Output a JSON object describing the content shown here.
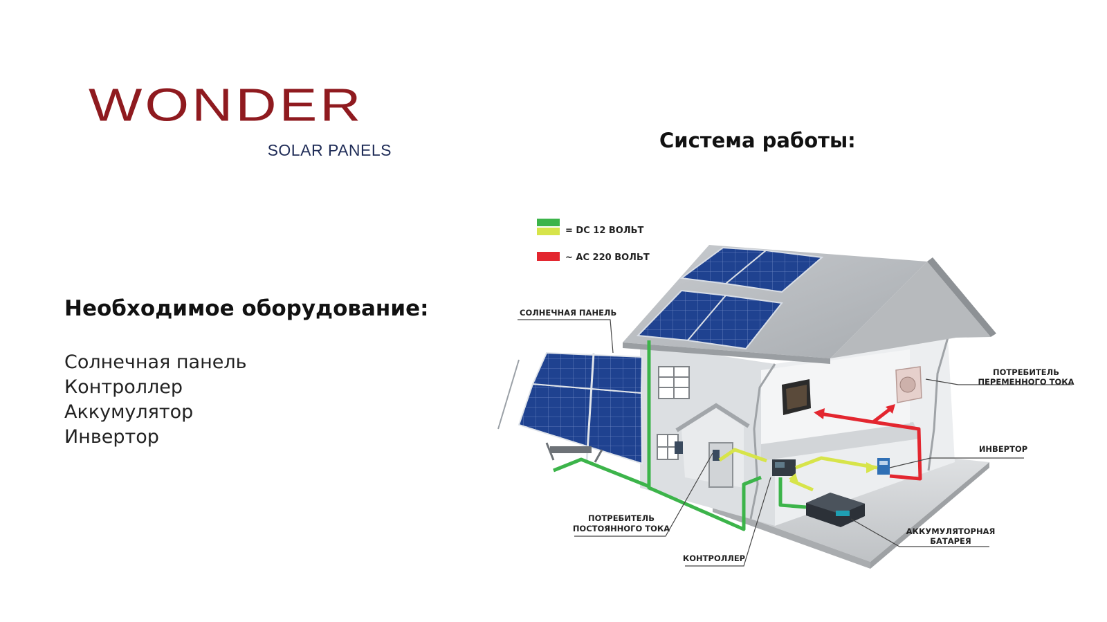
{
  "logo": {
    "main": "WONDER",
    "sub": "SOLAR PANELS",
    "color_main": "#8f1a1f",
    "color_sub": "#1f2c57"
  },
  "equipment": {
    "title": "Необходимое оборудование:",
    "items": [
      "Солнечная панель",
      "Контроллер",
      "Аккумулятор",
      "Инвертор"
    ]
  },
  "system": {
    "title": "Система работы:"
  },
  "diagram": {
    "legend": {
      "dc": "= DC 12 ВОЛЬТ",
      "ac": "~ AC 220 ВОЛЬТ"
    },
    "labels": {
      "solar_panel": "СОЛНЕЧНАЯ ПАНЕЛЬ",
      "ac_consumer_1": "ПОТРЕБИТЕЛЬ",
      "ac_consumer_2": "ПЕРЕМЕННОГО ТОКА",
      "inverter": "ИНВЕРТОР",
      "dc_consumer_1": "ПОТРЕБИТЕЛЬ",
      "dc_consumer_2": "ПОСТОЯННОГО ТОКА",
      "controller": "КОНТРОЛЛЕР",
      "battery_1": "АККУМУЛЯТОРНАЯ",
      "battery_2": "БАТАРЕЯ"
    },
    "colors": {
      "dc_green": "#3cb44a",
      "dc_yellow": "#d7e44a",
      "ac_red": "#e3262f",
      "panel_blue": "#1d3e83"
    }
  }
}
